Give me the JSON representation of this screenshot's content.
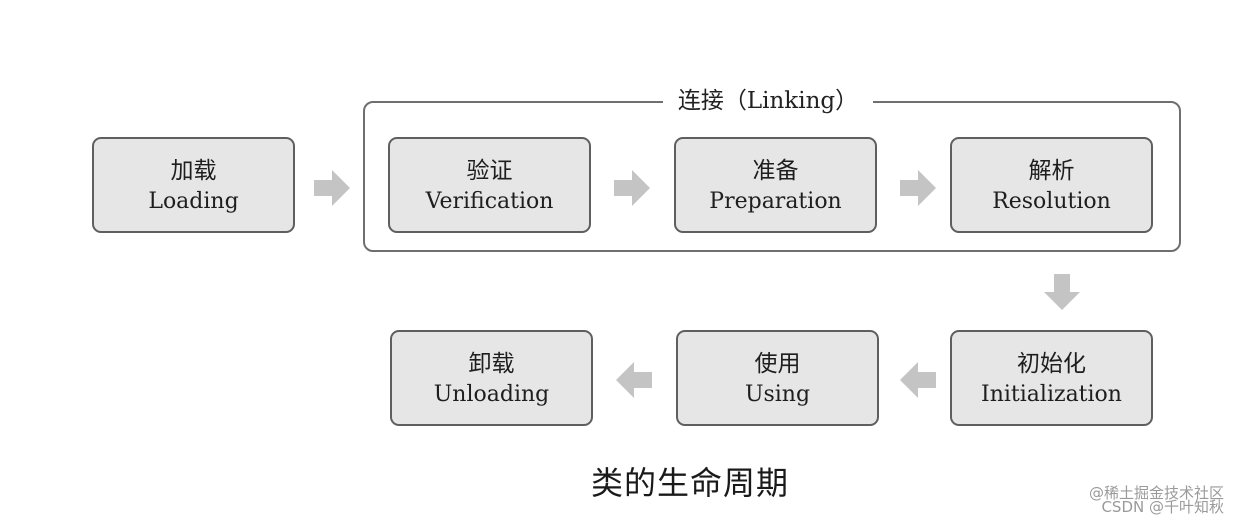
{
  "diagram": {
    "linking_title": "连接（Linking）",
    "stages": {
      "loading": {
        "zh": "加载",
        "en": "Loading"
      },
      "verification": {
        "zh": "验证",
        "en": "Verification"
      },
      "preparation": {
        "zh": "准备",
        "en": "Preparation"
      },
      "resolution": {
        "zh": "解析",
        "en": "Resolution"
      },
      "initialization": {
        "zh": "初始化",
        "en": "Initialization"
      },
      "using": {
        "zh": "使用",
        "en": "Using"
      },
      "unloading": {
        "zh": "卸载",
        "en": "Unloading"
      }
    },
    "caption": "类的生命周期"
  },
  "watermarks": {
    "line1": "@稀土掘金技术社区",
    "line2": "CSDN @千叶知秋"
  },
  "colors": {
    "box_fill": "#e6e6e6",
    "box_border": "#5f5f5f",
    "arrow_fill": "#c4c4c4",
    "frame_border": "#6f6f6f"
  }
}
